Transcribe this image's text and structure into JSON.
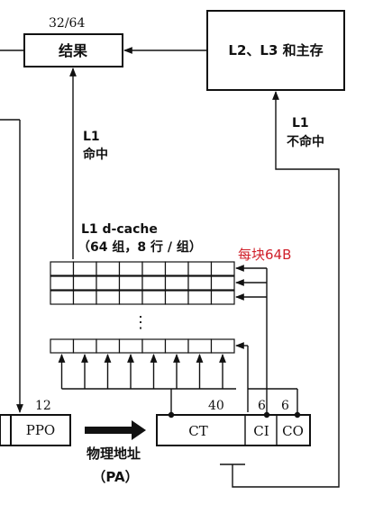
{
  "result_box": {
    "width_label": "32/64",
    "label": "结果"
  },
  "memory_box": {
    "label": "L2、L3 和主存"
  },
  "hit_label": {
    "line1": "L1",
    "line2": "命中"
  },
  "miss_label": {
    "line1": "L1",
    "line2": "不命中"
  },
  "cache": {
    "title_line1": "L1 d-cache",
    "title_line2": "（64 组，8 行 / 组）",
    "annotation": "每块64B",
    "ellipsis": "⋮"
  },
  "ppo": {
    "bits": "12",
    "label": "PPO"
  },
  "physical_address": {
    "label_line1": "物理地址",
    "label_line2": "（PA）",
    "fields": [
      {
        "name": "CT",
        "bits": "40"
      },
      {
        "name": "CI",
        "bits": "6"
      },
      {
        "name": "CO",
        "bits": "6"
      }
    ]
  }
}
